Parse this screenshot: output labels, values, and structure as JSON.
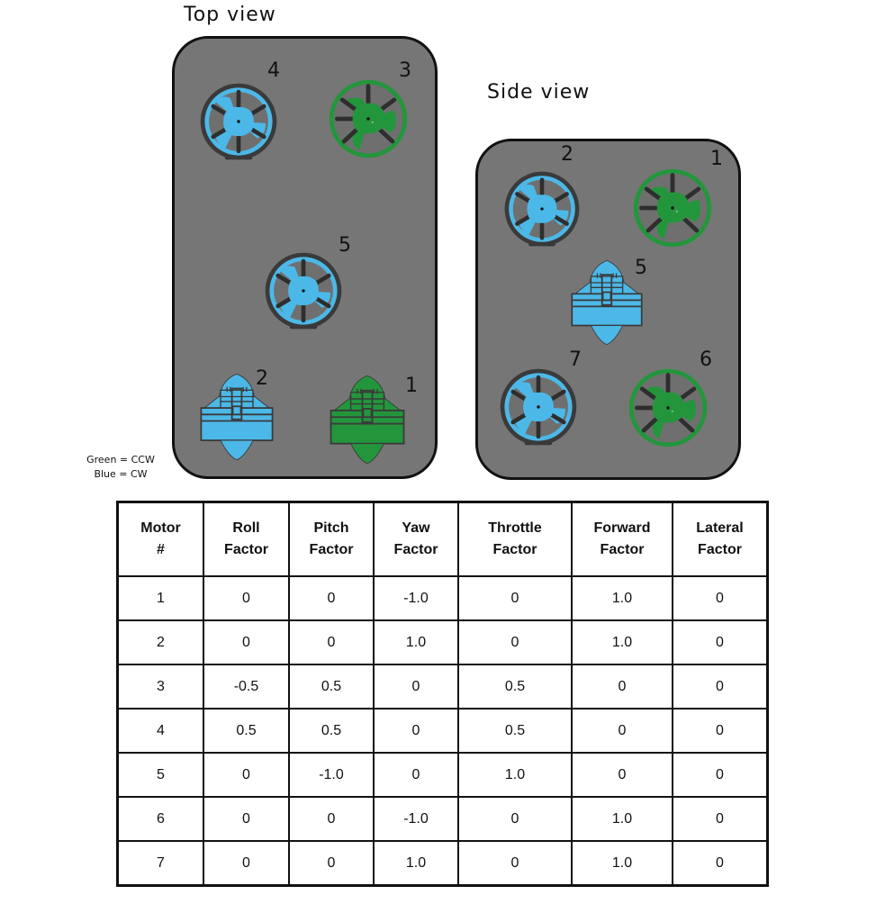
{
  "colors": {
    "cw_blue": "#4cb8e8",
    "ccw_green": "#23963c",
    "panel_gray": "#767676",
    "frame_dark": "#3a3a3a"
  },
  "top_view": {
    "title": "Top view",
    "thrusters": [
      {
        "label": "4",
        "type": "fan",
        "rotation": "CW",
        "color": "blue"
      },
      {
        "label": "3",
        "type": "fan",
        "rotation": "CCW",
        "color": "green"
      },
      {
        "label": "5",
        "type": "fan",
        "rotation": "CW",
        "color": "blue"
      },
      {
        "label": "2",
        "type": "side-profile",
        "rotation": "CW",
        "color": "blue"
      },
      {
        "label": "1",
        "type": "side-profile",
        "rotation": "CCW",
        "color": "green"
      }
    ]
  },
  "side_view": {
    "title": "Side view",
    "thrusters": [
      {
        "label": "2",
        "type": "fan",
        "rotation": "CW",
        "color": "blue"
      },
      {
        "label": "1",
        "type": "fan",
        "rotation": "CCW",
        "color": "green"
      },
      {
        "label": "5",
        "type": "side-profile",
        "rotation": "CW",
        "color": "blue"
      },
      {
        "label": "7",
        "type": "fan",
        "rotation": "CW",
        "color": "blue"
      },
      {
        "label": "6",
        "type": "fan",
        "rotation": "CCW",
        "color": "green"
      }
    ]
  },
  "legend": {
    "green": "Green = CCW",
    "blue": "Blue = CW"
  },
  "table": {
    "headers": [
      [
        "Motor",
        "#"
      ],
      [
        "Roll",
        "Factor"
      ],
      [
        "Pitch",
        "Factor"
      ],
      [
        "Yaw",
        "Factor"
      ],
      [
        "Throttle",
        "Factor"
      ],
      [
        "Forward",
        "Factor"
      ],
      [
        "Lateral",
        "Factor"
      ]
    ],
    "rows": [
      [
        "1",
        "0",
        "0",
        "-1.0",
        "0",
        "1.0",
        "0"
      ],
      [
        "2",
        "0",
        "0",
        "1.0",
        "0",
        "1.0",
        "0"
      ],
      [
        "3",
        "-0.5",
        "0.5",
        "0",
        "0.5",
        "0",
        "0"
      ],
      [
        "4",
        "0.5",
        "0.5",
        "0",
        "0.5",
        "0",
        "0"
      ],
      [
        "5",
        "0",
        "-1.0",
        "0",
        "1.0",
        "0",
        "0"
      ],
      [
        "6",
        "0",
        "0",
        "-1.0",
        "0",
        "1.0",
        "0"
      ],
      [
        "7",
        "0",
        "0",
        "1.0",
        "0",
        "1.0",
        "0"
      ]
    ]
  }
}
